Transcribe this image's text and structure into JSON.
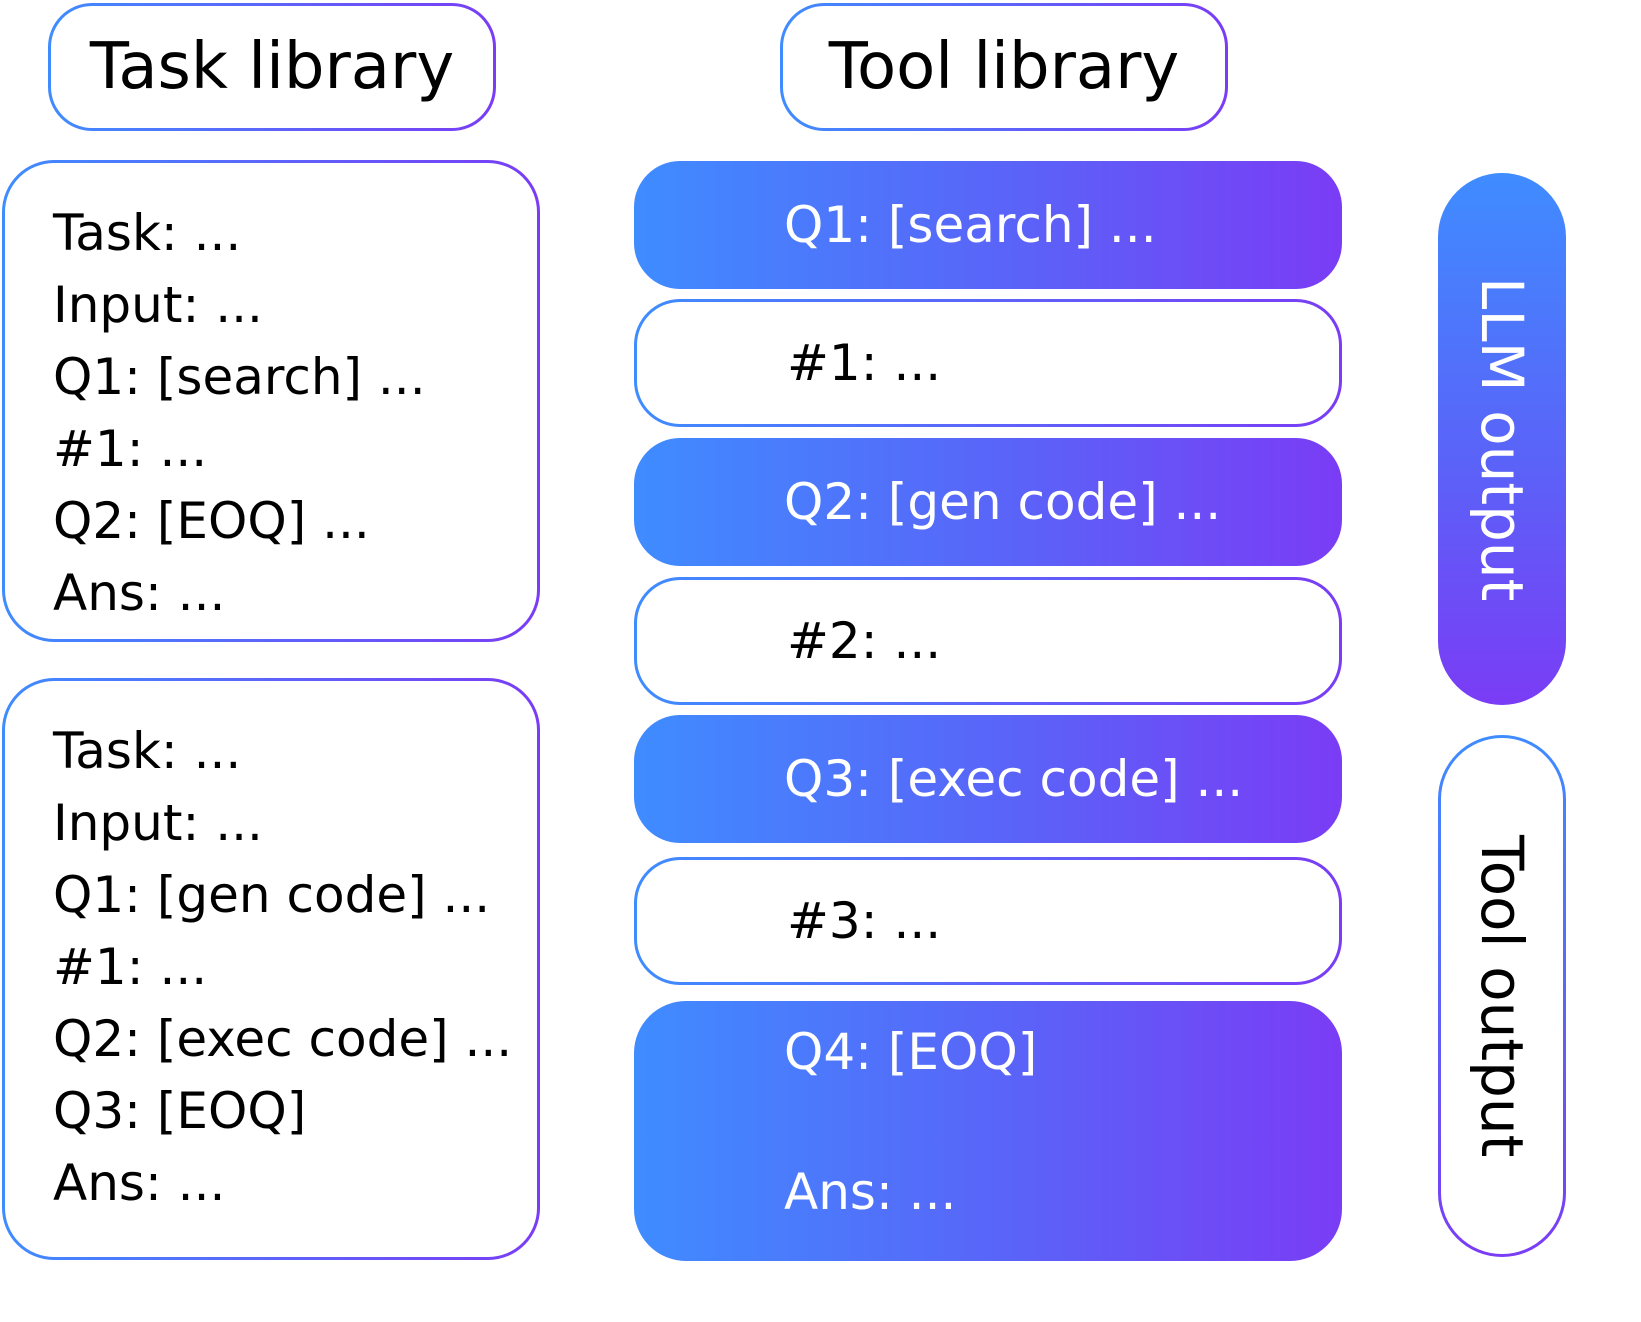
{
  "headers": {
    "task_library": "Task library",
    "tool_library": "Tool library"
  },
  "task_cards": [
    {
      "lines": [
        "Task: ...",
        "Input: ...",
        "Q1: [search] ...",
        "#1: ...",
        "Q2: [EOQ] ...",
        "Ans: ..."
      ]
    },
    {
      "lines": [
        "Task: ...",
        "Input: ...",
        "Q1: [gen code] ...",
        "#1: ...",
        "Q2: [exec code] ...",
        "Q3: [EOQ]",
        "Ans: ..."
      ]
    }
  ],
  "steps": [
    {
      "text": "Q1: [search] ...",
      "kind": "llm"
    },
    {
      "text": "#1: ...",
      "kind": "tool"
    },
    {
      "text": "Q2: [gen code] ...",
      "kind": "llm"
    },
    {
      "text": "#2: ...",
      "kind": "tool"
    },
    {
      "text": "Q3: [exec code] ...",
      "kind": "llm"
    },
    {
      "text": "#3: ...",
      "kind": "tool"
    }
  ],
  "final_step": {
    "question": "Q4: [EOQ]",
    "answer": "Ans: ..."
  },
  "side_labels": {
    "llm_output": "LLM output",
    "tool_output": "Tool output"
  },
  "colors": {
    "gradient_start": "#3f8cff",
    "gradient_end": "#7a3cf5"
  }
}
